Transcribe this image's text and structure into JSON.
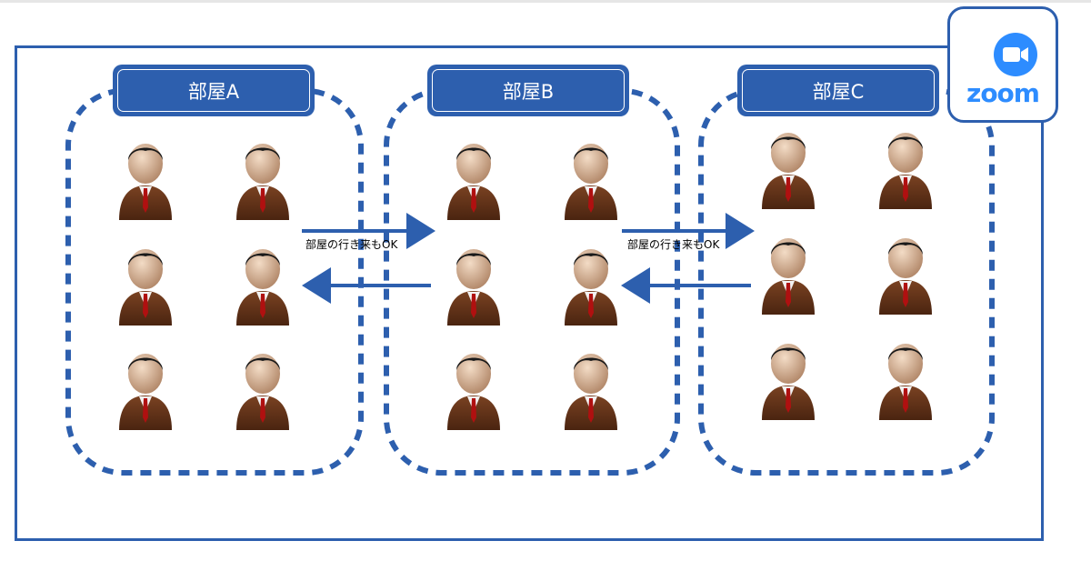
{
  "rooms": [
    {
      "label": "部屋A"
    },
    {
      "label": "部屋B"
    },
    {
      "label": "部屋C"
    }
  ],
  "movement_note": "部屋の行き来もOK",
  "zoom": {
    "brand": "zoom",
    "icon": "video-camera-icon"
  },
  "colors": {
    "primary_blue": "#2d5fae",
    "zoom_blue": "#2d8cff",
    "suit_brown": "#5b2e16",
    "tie_red": "#b01010"
  }
}
